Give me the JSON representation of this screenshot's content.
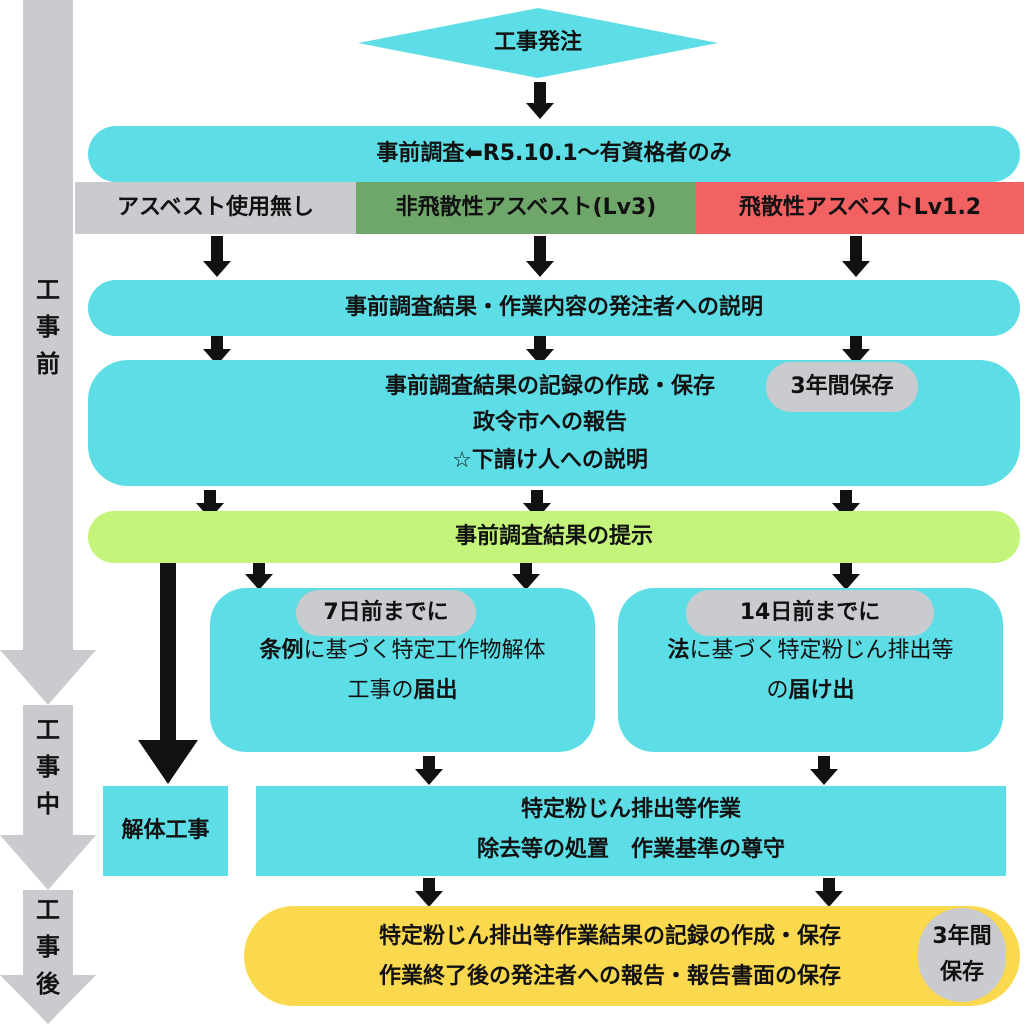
{
  "phases": {
    "before": "工事前",
    "during": "工事中",
    "after": "工事後"
  },
  "order": "工事発注",
  "survey": "事前調査⬅R5.10.1～有資格者のみ",
  "categories": {
    "none": "アスベスト使用無し",
    "lv3": "非飛散性アスベスト(Lv3)",
    "lv12": "飛散性アスベストLv1.2"
  },
  "explain_client": "事前調査結果・作業内容の発注者への説明",
  "record": {
    "line1": "事前調査結果の記録の作成・保存",
    "line2": "政令市への報告",
    "line3": "☆下請け人への説明",
    "badge": "3年間保存"
  },
  "present": "事前調査結果の提示",
  "ordinance": {
    "badge": "7日前までに",
    "bold1": "条例",
    "text1": "に基づく特定工作物解体",
    "text2": "工事の",
    "bold2": "届出"
  },
  "law": {
    "badge": "14日前までに",
    "bold1": "法",
    "text1": "に基づく特定粉じん排出等",
    "text2": "の",
    "bold2": "届け出"
  },
  "demolition": "解体工事",
  "dust_work": {
    "line1": "特定粉じん排出等作業",
    "line2": "除去等の処置　作業基準の尊守"
  },
  "final": {
    "line1": "特定粉じん排出等作業結果の記録の作成・保存",
    "line2": "作業終了後の発注者への報告・報告書面の保存",
    "badge1": "3年間",
    "badge2": "保存"
  },
  "colors": {
    "cyan": "#5ddde6",
    "lime": "#c4f57a",
    "yellow": "#fbd94f",
    "gray": "#c9cbcf",
    "green": "#6fa66a",
    "red": "#f26262"
  }
}
